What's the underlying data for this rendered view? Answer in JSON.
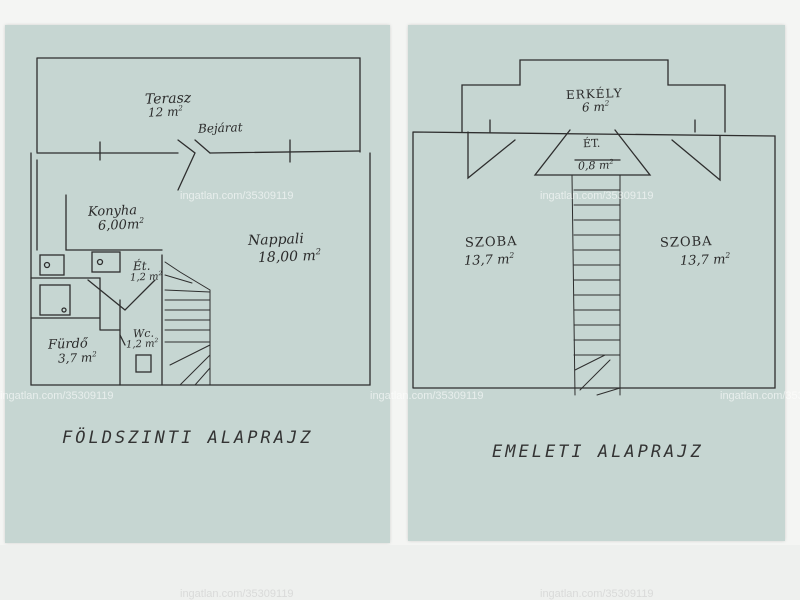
{
  "ground_floor": {
    "title": "FÖLDSZINTI ALAPRAJZ",
    "rooms": [
      {
        "name": "Terasz",
        "area": "12 m",
        "unit_sup": "2"
      },
      {
        "name": "Bejárat",
        "area": "",
        "unit_sup": ""
      },
      {
        "name": "Konyha",
        "area": "6,00m",
        "unit_sup": "2"
      },
      {
        "name": "Nappali",
        "area": "18,00 m",
        "unit_sup": "2"
      },
      {
        "name": "Ét.",
        "area": "1,2 m",
        "unit_sup": "2"
      },
      {
        "name": "Fürdő",
        "area": "3,7 m",
        "unit_sup": "2"
      },
      {
        "name": "Wc.",
        "area": "1,2 m",
        "unit_sup": "2"
      }
    ]
  },
  "upper_floor": {
    "title": "EMELETI ALAPRAJZ",
    "rooms": [
      {
        "name": "ERKÉLY",
        "area": "6 m",
        "unit_sup": "2"
      },
      {
        "name": "ÉT.",
        "area": "0,8 m",
        "unit_sup": "2"
      },
      {
        "name": "SZOBA",
        "area": "13,7 m",
        "unit_sup": "2"
      },
      {
        "name": "SZOBA",
        "area": "13,7 m",
        "unit_sup": "2"
      }
    ]
  },
  "watermark": "ingatlan.com/35309119",
  "colors": {
    "paper": "#c6d6d2",
    "ink": "#2b2b2b",
    "background": "#e8ecea"
  }
}
